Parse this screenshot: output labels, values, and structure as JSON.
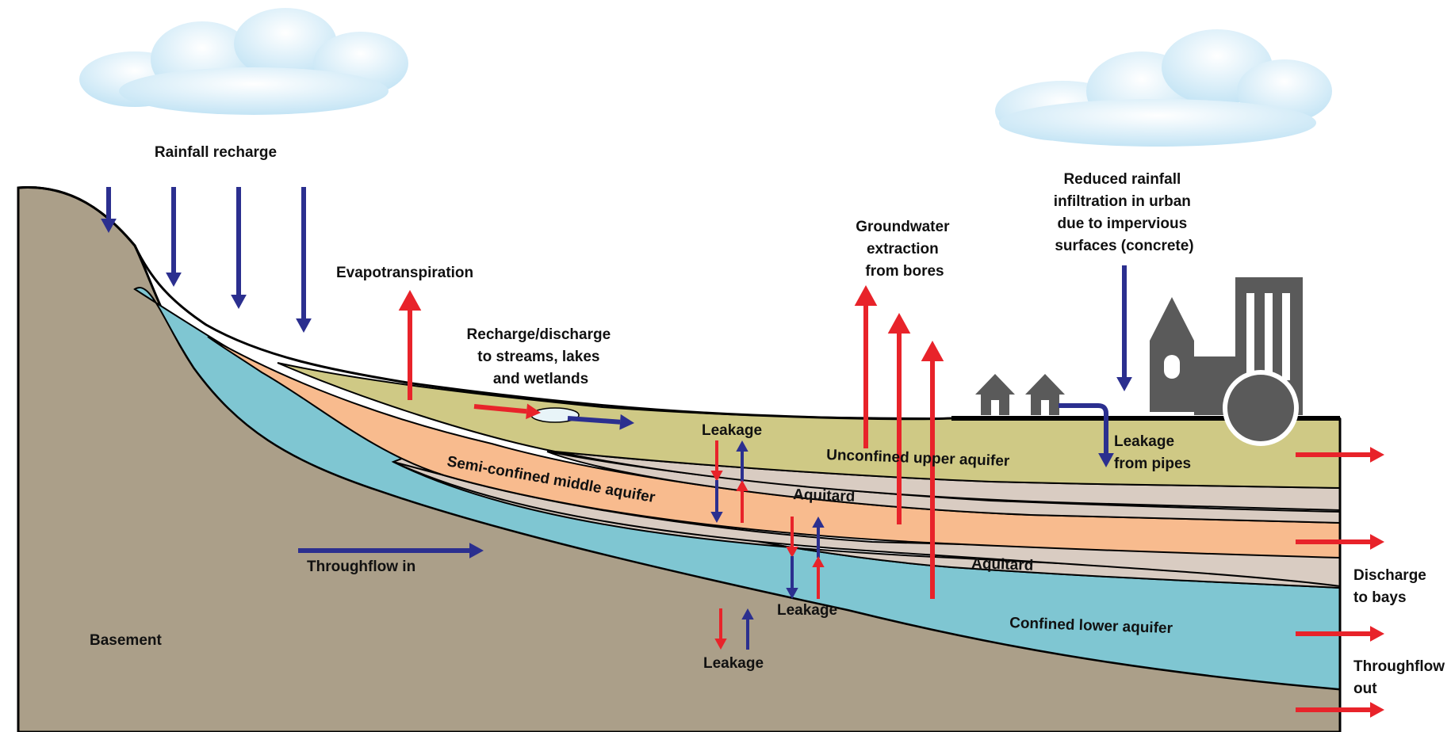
{
  "labels": {
    "rainfall_recharge": "Rainfall recharge",
    "evapotranspiration": "Evapotranspiration",
    "recharge_discharge": [
      "Recharge/discharge",
      "to streams, lakes",
      "and wetlands"
    ],
    "groundwater_extraction": [
      "Groundwater",
      "extraction",
      "from bores"
    ],
    "reduced_infiltration": [
      "Reduced rainfall",
      "infiltration in urban",
      "due to impervious",
      "surfaces (concrete)"
    ],
    "leakage_from_pipes": [
      "Leakage",
      "from pipes"
    ],
    "leakage_upper": "Leakage",
    "leakage_middle": "Leakage",
    "leakage_lower": "Leakage",
    "unconfined_upper_aquifer": "Unconfined upper aquifer",
    "semi_confined_middle_aquifer": "Semi-confined middle aquifer",
    "aquitard_upper": "Aquitard",
    "aquitard_lower": "Aquitard",
    "confined_lower_aquifer": "Confined lower aquifer",
    "throughflow_in": "Throughflow in",
    "basement": "Basement",
    "discharge_to_bays": [
      "Discharge",
      "to bays"
    ],
    "throughflow_out": [
      "Throughflow",
      "out"
    ]
  },
  "colors": {
    "basement": "#ab9f89",
    "confined_aquifer": "#7fc6d2",
    "semi_confined_aquifer": "#f8bb8e",
    "unconfined_aquifer": "#cfc985",
    "aquitard": "#d9ccc2",
    "inflow_arrow": "#2b2f8f",
    "outflow_arrow": "#e8232a",
    "buildings": "#5a5a5a",
    "cloud": "#cfe9f7",
    "wetland": "#e8f4f8"
  }
}
